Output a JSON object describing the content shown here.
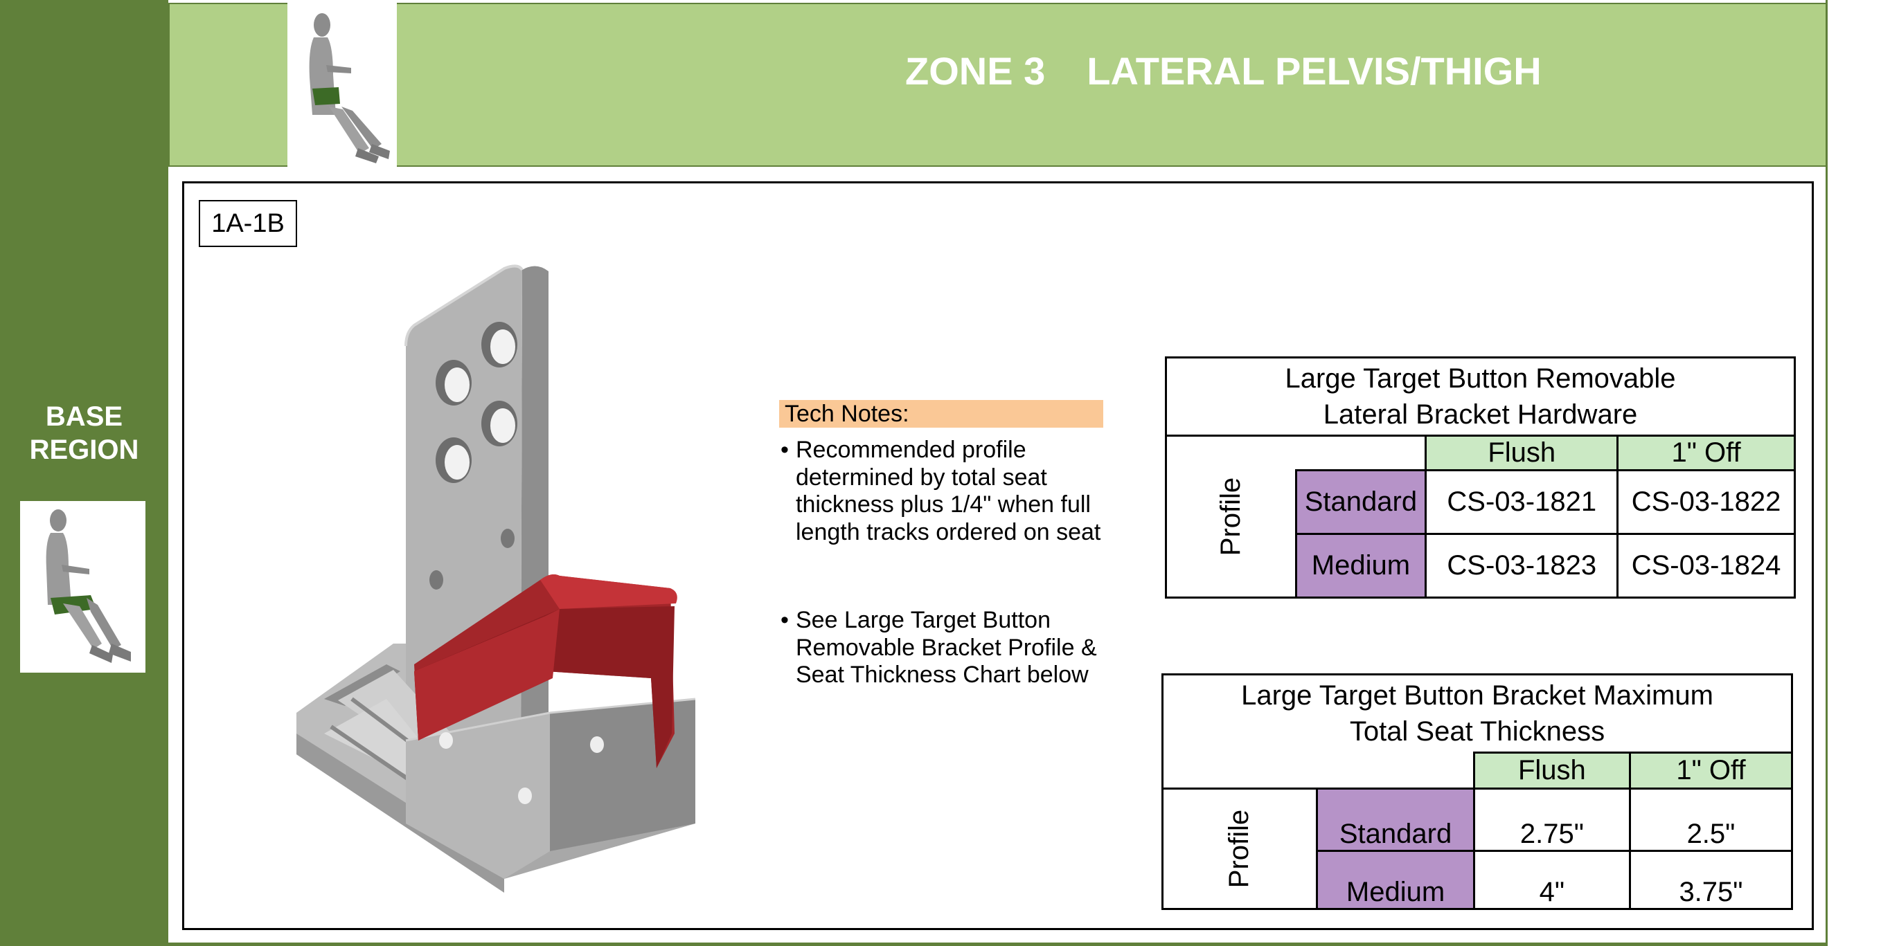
{
  "header": {
    "zone": "ZONE 3",
    "title": "LATERAL PELVIS/THIGH"
  },
  "sidebar": {
    "region_line1": "BASE",
    "region_line2": "REGION"
  },
  "part_code": "1A-1B",
  "tech_notes": {
    "heading": "Tech Notes:",
    "items": [
      "Recommended profile determined by total seat thickness plus 1/4\" when full length tracks ordered on seat",
      "See Large Target Button Removable Bracket Profile & Seat Thickness Chart below"
    ]
  },
  "table_hardware": {
    "title_line1": "Large Target Button Removable",
    "title_line2": "Lateral Bracket Hardware",
    "row_axis_label": "Profile",
    "columns": [
      "Flush",
      "1\" Off"
    ],
    "rows": [
      {
        "label": "Standard",
        "values": [
          "CS-03-1821",
          "CS-03-1822"
        ]
      },
      {
        "label": "Medium",
        "values": [
          "CS-03-1823",
          "CS-03-1824"
        ]
      }
    ]
  },
  "table_thickness": {
    "title_line1": "Large Target Button Bracket Maximum",
    "title_line2": "Total Seat Thickness",
    "row_axis_label": "Profile",
    "columns": [
      "Flush",
      "1\" Off"
    ],
    "rows": [
      {
        "label": "Standard",
        "values": [
          "2.75\"",
          "2.5\""
        ]
      },
      {
        "label": "Medium",
        "values": [
          "4\"",
          "3.75\""
        ]
      }
    ]
  },
  "colors": {
    "sidebar_green": "#60803a",
    "header_green": "#b1d087",
    "column_header_green": "#cbe9c4",
    "row_label_purple": "#b693c8",
    "notes_orange": "#fac896",
    "bracket_red": "#a3262a",
    "bracket_gray": "#b4b4b4"
  }
}
